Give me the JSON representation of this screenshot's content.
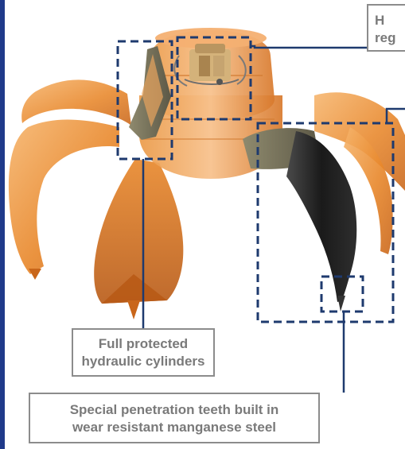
{
  "callouts": {
    "top": {
      "line1": "H",
      "line2": "reg"
    },
    "cylinders": {
      "line1": "Full protected",
      "line2": "hydraulic cylinders"
    },
    "teeth": {
      "line1": "Special penetration teeth built in",
      "line2": "wear resistant manganese steel"
    }
  },
  "colors": {
    "accent_rail": "#1f3a8a",
    "dashed_highlight": "#1e3a6e",
    "leader_line": "#1e3a6e",
    "callout_border": "#8c8c8c",
    "callout_text": "#7a7a7a",
    "grab_orange": "#e8872a",
    "tooth_dark": "#1a1a1a"
  }
}
